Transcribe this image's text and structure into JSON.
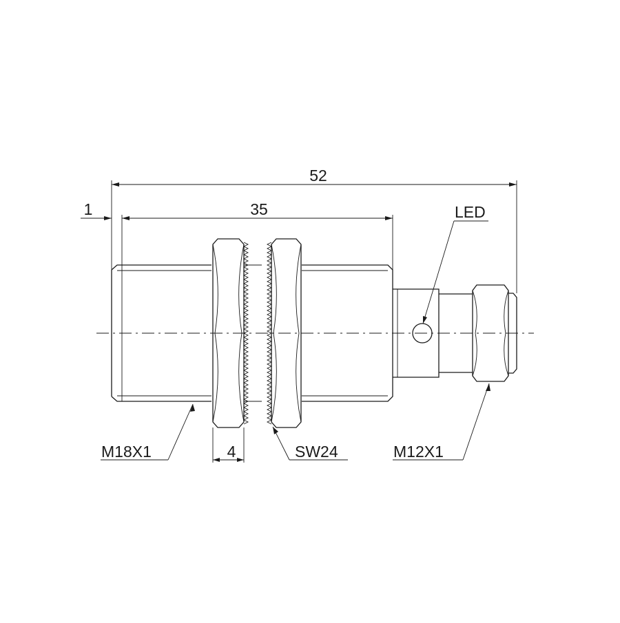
{
  "drawing": {
    "dimensions": {
      "overall_length": "52",
      "thread_length": "35",
      "flange_offset": "1",
      "nut_thickness": "4"
    },
    "callouts": {
      "body_thread": "M18X1",
      "nut_wrench": "SW24",
      "connector_thread": "M12X1",
      "indicator": "LED"
    }
  }
}
